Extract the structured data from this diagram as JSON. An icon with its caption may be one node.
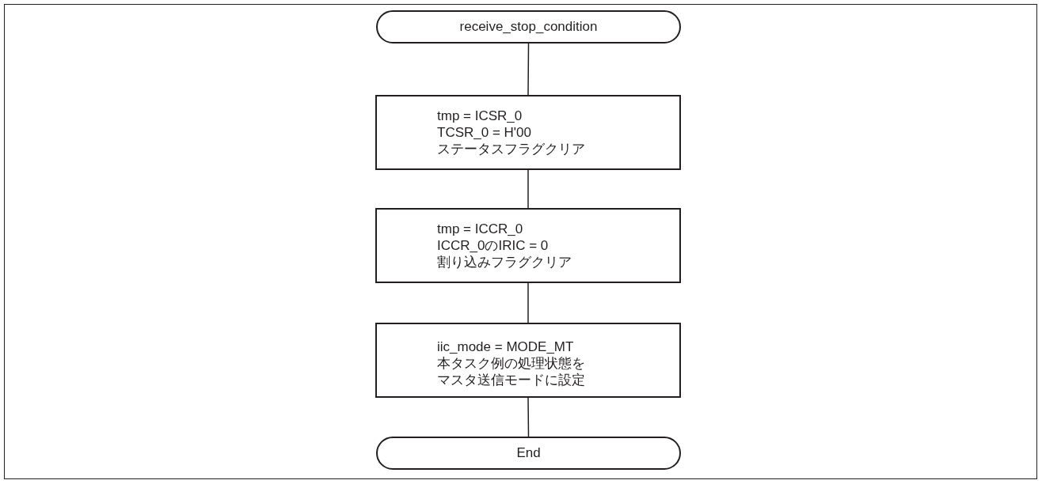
{
  "diagram": {
    "nodes": [
      {
        "text": [
          "receive_stop_condition"
        ]
      },
      {
        "text": [
          "tmp = ICSR_0",
          "TCSR_0 = H'00",
          "ステータスフラグクリア"
        ]
      },
      {
        "text": [
          "tmp = ICCR_0",
          "ICCR_0のIRIC = 0",
          "割り込みフラグクリア"
        ]
      },
      {
        "text": [
          "iic_mode = MODE_MT",
          "本タスク例の処理状態をマスタ送信モードに設定"
        ]
      },
      {
        "text": [
          "End"
        ]
      }
    ],
    "edges": [
      {
        "from": 0,
        "to": 1,
        "arrow": "none"
      },
      {
        "from": 1,
        "to": 2,
        "arrow": "none"
      },
      {
        "from": 2,
        "to": 3,
        "arrow": "none"
      },
      {
        "from": 3,
        "to": 4,
        "arrow": "none"
      }
    ]
  }
}
